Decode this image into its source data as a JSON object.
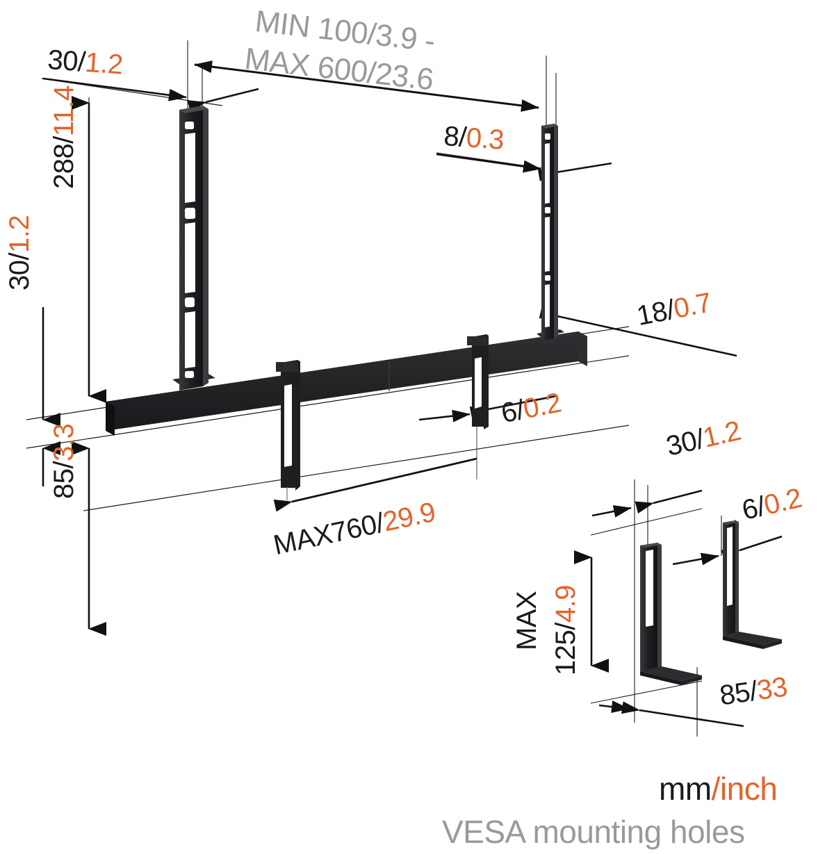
{
  "drawing": {
    "title": "TV wall mount / soundbar bracket technical dimension drawing",
    "units_note_mm": "mm",
    "units_note_sep": "/",
    "units_note_inch": "inch",
    "vesa_note": "VESA mounting holes",
    "colors": {
      "metric": "#1a1a1a",
      "imperial": "#E2642A",
      "annotation_gray": "#9a9a9e",
      "part_dark": "#2b2b2e",
      "part_edge": "#111114",
      "background": "#ffffff"
    }
  },
  "dimensions": {
    "vesa_range": {
      "metric": "MIN 100/3.9 -",
      "second_line": "MAX 600/23.6"
    },
    "top_left_width": {
      "metric": "30/",
      "imperial": "1.2"
    },
    "right_strut_width": {
      "metric": "8/",
      "imperial": "0.3"
    },
    "bar_depth": {
      "metric": "18/",
      "imperial": "0.7"
    },
    "hook_width": {
      "metric": "6/",
      "imperial": "0.2"
    },
    "strut_height": {
      "metric": "288/",
      "imperial": "11.4"
    },
    "bar_thickness": {
      "metric": "30/",
      "imperial": "1.2"
    },
    "hook_drop": {
      "metric": "85/",
      "imperial": "3.3"
    },
    "bar_max_width": {
      "metric": "MAX760/",
      "imperial": "29.9"
    },
    "detail_bracket_width": {
      "metric": "30/",
      "imperial": "1.2"
    },
    "detail_bracket_thickness": {
      "metric": "6/",
      "imperial": "0.2"
    },
    "detail_bracket_height_prefix": "MAX",
    "detail_bracket_height": {
      "metric": "125/",
      "imperial": "4.9"
    },
    "detail_bracket_depth": {
      "metric": "85/",
      "imperial": "33"
    }
  }
}
